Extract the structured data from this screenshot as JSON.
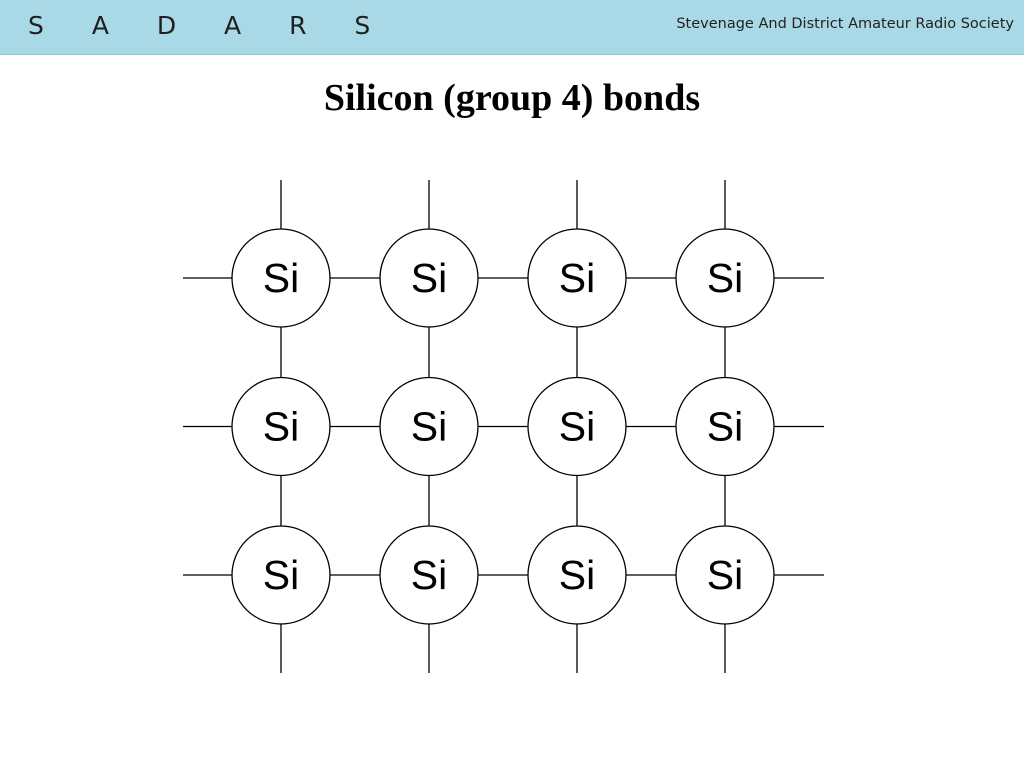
{
  "header": {
    "logo": "S A D A R S",
    "society": "Stevenage And District Amateur Radio Society",
    "background_color": "#a9d8e6"
  },
  "slide": {
    "title": "Silicon (group 4) bonds"
  },
  "diagram": {
    "rows": 3,
    "columns": 4,
    "atoms": [
      [
        "Si",
        "Si",
        "Si",
        "Si"
      ],
      [
        "Si",
        "Si",
        "Si",
        "Si"
      ],
      [
        "Si",
        "Si",
        "Si",
        "Si"
      ]
    ]
  }
}
